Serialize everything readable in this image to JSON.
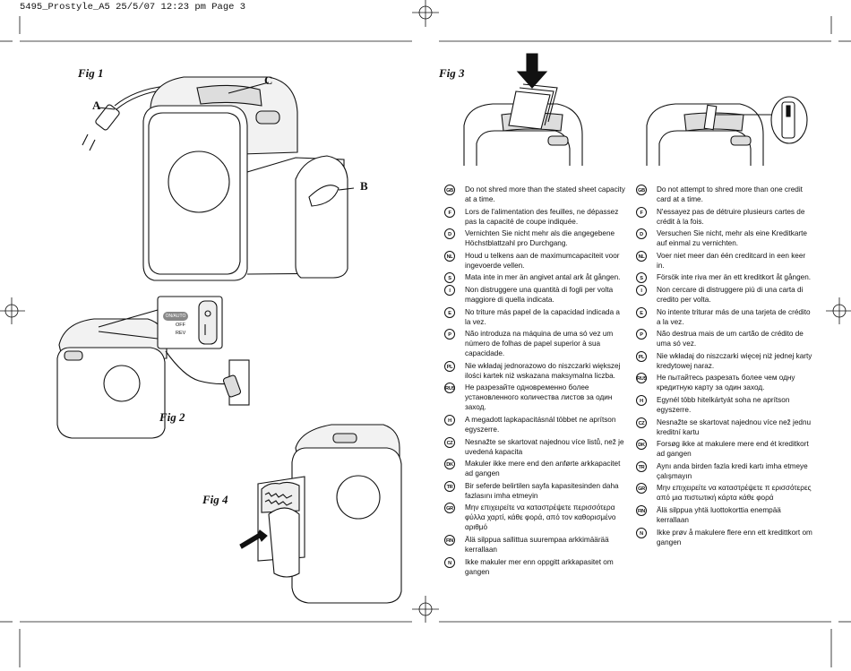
{
  "header": {
    "slug": "5495_Prostyle_A5  25/5/07  12:23 pm  Page 3"
  },
  "figures": {
    "fig1": "Fig 1",
    "fig2": "Fig 2",
    "fig3": "Fig 3",
    "fig4": "Fig 4",
    "callout_a": "A",
    "callout_b": "B",
    "callout_c": "C",
    "switch_labels": {
      "on": "ON/AUTO",
      "off": "OFF",
      "rev": "REV"
    }
  },
  "left_column": [
    {
      "code": "GB",
      "text": "Do not shred more than the stated sheet capacity at a time."
    },
    {
      "code": "F",
      "text": "Lors de l'alimentation des feuilles, ne dépassez pas la capacité de coupe indiquée."
    },
    {
      "code": "D",
      "text": "Vernichten Sie nicht mehr als die angegebene Höchstblattzahl pro Durchgang."
    },
    {
      "code": "NL",
      "text": "Houd u telkens aan de maximumcapaciteit voor ingevoerde vellen."
    },
    {
      "code": "S",
      "text": "Mata inte in mer än angivet antal ark åt gången."
    },
    {
      "code": "I",
      "text": "Non distruggere una quantità di fogli per volta maggiore di quella indicata."
    },
    {
      "code": "E",
      "text": "No triture más papel de la capacidad indicada a la vez."
    },
    {
      "code": "P",
      "text": "Não introduza na máquina de uma só vez um número de folhas de papel superior à sua capacidade."
    },
    {
      "code": "PL",
      "text": "Nie wkładaj jednorazowo do niszczarki większej ilości kartek niż wskazana maksymalna liczba."
    },
    {
      "code": "RUS",
      "text": "Не разрезайте одновременно более установленного количества листов за один заход."
    },
    {
      "code": "H",
      "text": "A megadott lapkapacitásnál többet ne aprítson egyszerre."
    },
    {
      "code": "CZ",
      "text": "Nesnažte se skartovat najednou více listů, než je uvedená kapacita"
    },
    {
      "code": "DK",
      "text": "Makuler ikke mere end den anførte arkkapacitet ad gangen"
    },
    {
      "code": "TR",
      "text": "Bir seferde belirtilen sayfa kapasitesinden daha fazlasını imha etmeyin"
    },
    {
      "code": "GR",
      "text": "Μην επιχειρείτε να καταστρέψετε περισσότερα φύλλα χαρτί, κάθε φορά, από τον καθορισμένο αριθμό"
    },
    {
      "code": "FIN",
      "text": "Älä silppua sallittua suurempaa arkkimäärää kerrallaan"
    },
    {
      "code": "N",
      "text": "Ikke makuler mer enn oppgitt arkkapasitet om gangen"
    }
  ],
  "right_column": [
    {
      "code": "GB",
      "text": "Do not attempt to shred more than one credit card at a time."
    },
    {
      "code": "F",
      "text": "N'essayez pas de détruire plusieurs cartes de crédit à la fois."
    },
    {
      "code": "D",
      "text": "Versuchen Sie nicht, mehr als eine Kreditkarte auf einmal zu vernichten."
    },
    {
      "code": "NL",
      "text": "Voer niet meer dan één creditcard in een keer in."
    },
    {
      "code": "S",
      "text": "Försök inte riva mer än ett kreditkort åt gången."
    },
    {
      "code": "I",
      "text": "Non cercare di distruggere più di una carta di credito per volta."
    },
    {
      "code": "E",
      "text": "No intente triturar más de una tarjeta de crédito a la vez."
    },
    {
      "code": "P",
      "text": "Não destrua mais de um cartão de crédito de uma só vez."
    },
    {
      "code": "PL",
      "text": "Nie wkładaj do niszczarki więcej niż jednej karty kredytowej naraz."
    },
    {
      "code": "RUS",
      "text": "Не пытайтесь разрезать более чем одну кредитную карту за один заход."
    },
    {
      "code": "H",
      "text": "Egynél több hitelkártyát soha ne aprítson egyszerre."
    },
    {
      "code": "CZ",
      "text": "Nesnažte se skartovat najednou více než jednu kreditní kartu"
    },
    {
      "code": "DK",
      "text": "Forsøg ikke at makulere mere end ét kreditkort ad gangen"
    },
    {
      "code": "TR",
      "text": "Aynı anda birden fazla kredi kartı imha etmeye çalışmayın"
    },
    {
      "code": "GR",
      "text": "Μην επιχειρείτε να καταστρέψετε π ερισσότερες από μια πιστωτική κάρτα κάθε φορά"
    },
    {
      "code": "FIN",
      "text": "Älä silppua yhtä luottokorttia enempää kerrallaan"
    },
    {
      "code": "N",
      "text": "Ikke prøv å makulere flere enn ett kredittkort om gangen"
    }
  ]
}
